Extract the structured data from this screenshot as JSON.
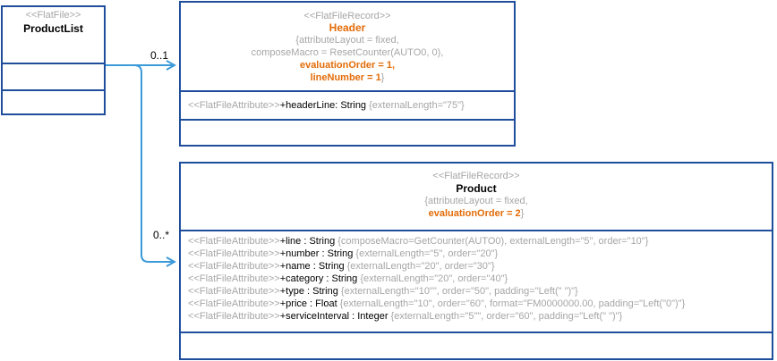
{
  "productlist": {
    "stereotype": "<<FlatFile>>",
    "name": "ProductList"
  },
  "header": {
    "stereotype": "<<FlatFileRecord>>",
    "name": "Header",
    "tag1": "{attributeLayout = fixed,",
    "tag2": "composeMacro = ResetCounter(AUTO0, 0),",
    "tag3": "evaluationOrder = 1,",
    "tag4a": "lineNumber = 1",
    "tag4b": "}",
    "attr": {
      "stereo": "<<FlatFileAttribute>>",
      "sig": "+headerLine: String",
      "tags": " {externalLength=\"75\"}"
    }
  },
  "product": {
    "stereotype": "<<FlatFileRecord>>",
    "name": "Product",
    "tag1": "{attributeLayout = fixed,",
    "tag2a": "evaluationOrder = 2",
    "tag2b": "}",
    "attrs": [
      {
        "stereo": "<<FlatFileAttribute>>",
        "sig": "+line : String",
        "tags": " {composeMacro=GetCounter(AUTO0), externalLength=\"5\", order=\"10\"}"
      },
      {
        "stereo": "<<FlatFileAttribute>>",
        "sig": "+number : String",
        "tags": " {externalLength=\"5\", order=\"20\"}"
      },
      {
        "stereo": "<<FlatFileAttribute>>",
        "sig": "+name : String",
        "tags": " {externalLength=\"20\", order=\"30\"}"
      },
      {
        "stereo": "<<FlatFileAttribute>>",
        "sig": "+category : String",
        "tags": " {externalLength=\"20\", order=\"40\"}"
      },
      {
        "stereo": "<<FlatFileAttribute>>",
        "sig": "+type : String",
        "tags": " {externalLength=\"10\"\", order=\"50\", padding=\"Left(\" \")\"}"
      },
      {
        "stereo": "<<FlatFileAttribute>>",
        "sig": "+price : Float",
        "tags": " {externalLength=\"10\", order=\"60\", format=\"FM0000000.00, padding=\"Left(\"0\")\"}"
      },
      {
        "stereo": "<<FlatFileAttribute>>",
        "sig": "+serviceInterval : Integer",
        "tags": " {externalLength=\"5\"\", order=\"60\", padding=\"Left(\" \")\"}"
      }
    ]
  },
  "associations": {
    "header_multiplicity": "0..1",
    "product_multiplicity": "0..*"
  },
  "colors": {
    "border": "#1f4e9c",
    "connector": "#3b9ad9",
    "stereotype": "#a6a6a6",
    "highlight": "#e36c09"
  }
}
